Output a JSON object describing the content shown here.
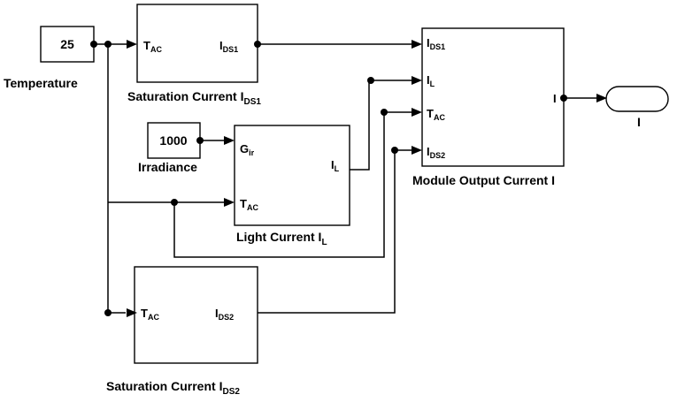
{
  "diagram": {
    "constants": {
      "temperature": {
        "value": "25",
        "label": "Temperature"
      },
      "irradiance": {
        "value": "1000",
        "label": "Irradiance"
      }
    },
    "blocks": {
      "sat1": {
        "caption_main": "Saturation Current I",
        "caption_sub": "DS1",
        "in_port": {
          "main": "T",
          "sub": "AC"
        },
        "out_port": {
          "main": "I",
          "sub": "DS1"
        }
      },
      "light": {
        "caption_main": "Light Current I",
        "caption_sub": "L",
        "in_port_1": {
          "main": "G",
          "sub": "ir"
        },
        "in_port_2": {
          "main": "T",
          "sub": "AC"
        },
        "out_port": {
          "main": "I",
          "sub": "L"
        }
      },
      "sat2": {
        "caption_main": "Saturation Current I",
        "caption_sub": "DS2",
        "in_port": {
          "main": "T",
          "sub": "AC"
        },
        "out_port": {
          "main": "I",
          "sub": "DS2"
        }
      },
      "module": {
        "caption": "Module Output Current I",
        "in_ports": [
          {
            "main": "I",
            "sub": "DS1"
          },
          {
            "main": "I",
            "sub": "L"
          },
          {
            "main": "T",
            "sub": "AC"
          },
          {
            "main": "I",
            "sub": "DS2"
          }
        ],
        "out_port": {
          "main": "I",
          "sub": ""
        }
      }
    },
    "outport": {
      "label": "I"
    }
  }
}
